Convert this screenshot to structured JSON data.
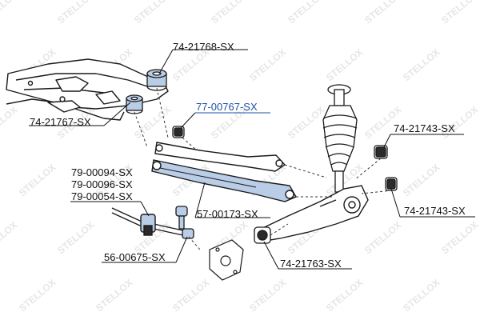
{
  "colors": {
    "line": "#1a1a1a",
    "part_fill": "#ffffff",
    "highlight_fill": "#b9cde6",
    "highlight_text": "#1f4fa8",
    "bushing_dark": "#2a2a2a",
    "watermark": "#e6e6e6"
  },
  "watermark": {
    "brand": "STELLOX"
  },
  "labels": {
    "subframe_upper_bushing": "74-21768-SX",
    "subframe_lower_bushing": "74-21767-SX",
    "highlighted_bushing": "77-00767-SX",
    "rear_bushing_top": "74-21743-SX",
    "rear_bushing_bottom": "74-21743-SX",
    "stab_bushing_a": "79-00094-SX",
    "stab_bushing_b": "79-00096-SX",
    "stab_bushing_c": "79-00054-SX",
    "control_arm": "57-00173-SX",
    "stabilizer_link": "56-00675-SX",
    "knuckle_bushing": "74-21763-SX"
  }
}
